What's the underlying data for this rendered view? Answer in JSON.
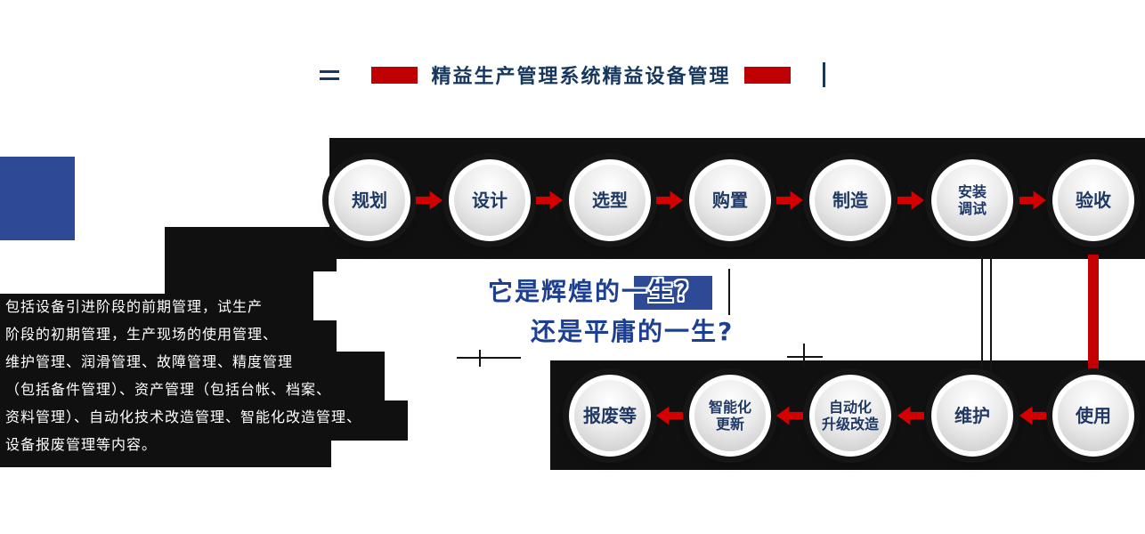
{
  "title": {
    "text": "精益生产管理系统精益设备管理"
  },
  "flow": {
    "top": [
      {
        "label": "规划"
      },
      {
        "label": "设计"
      },
      {
        "label": "选型"
      },
      {
        "label": "购置"
      },
      {
        "label": "制造"
      },
      {
        "label": "安装\n调试"
      },
      {
        "label": "验收"
      }
    ],
    "bottom": [
      {
        "label": "报废等"
      },
      {
        "label": "智能化\n更新"
      },
      {
        "label": "自动化\n升级改造"
      },
      {
        "label": "维护"
      },
      {
        "label": "使用"
      }
    ]
  },
  "question": {
    "line1": "它是辉煌的一生？",
    "line2": "还是平庸的一生?"
  },
  "description": {
    "lines": [
      "包括设备引进阶段的前期管理，试生产",
      "阶段的初期管理，生产现场的使用管理、",
      "维护管理、润滑管理、故障管理、精度管理",
      "（包括备件管理）、资产管理（包括台帐、档案、",
      "资料管理）、自动化技术改造管理、智能化改造管理、",
      "设备报废管理等内容。"
    ]
  },
  "colors": {
    "navy_title": "#17375e",
    "navy_text": "#1f3864",
    "blue_square": "#2e4a96",
    "accent_red": "#d40000",
    "silhouette_black": "#101010"
  }
}
